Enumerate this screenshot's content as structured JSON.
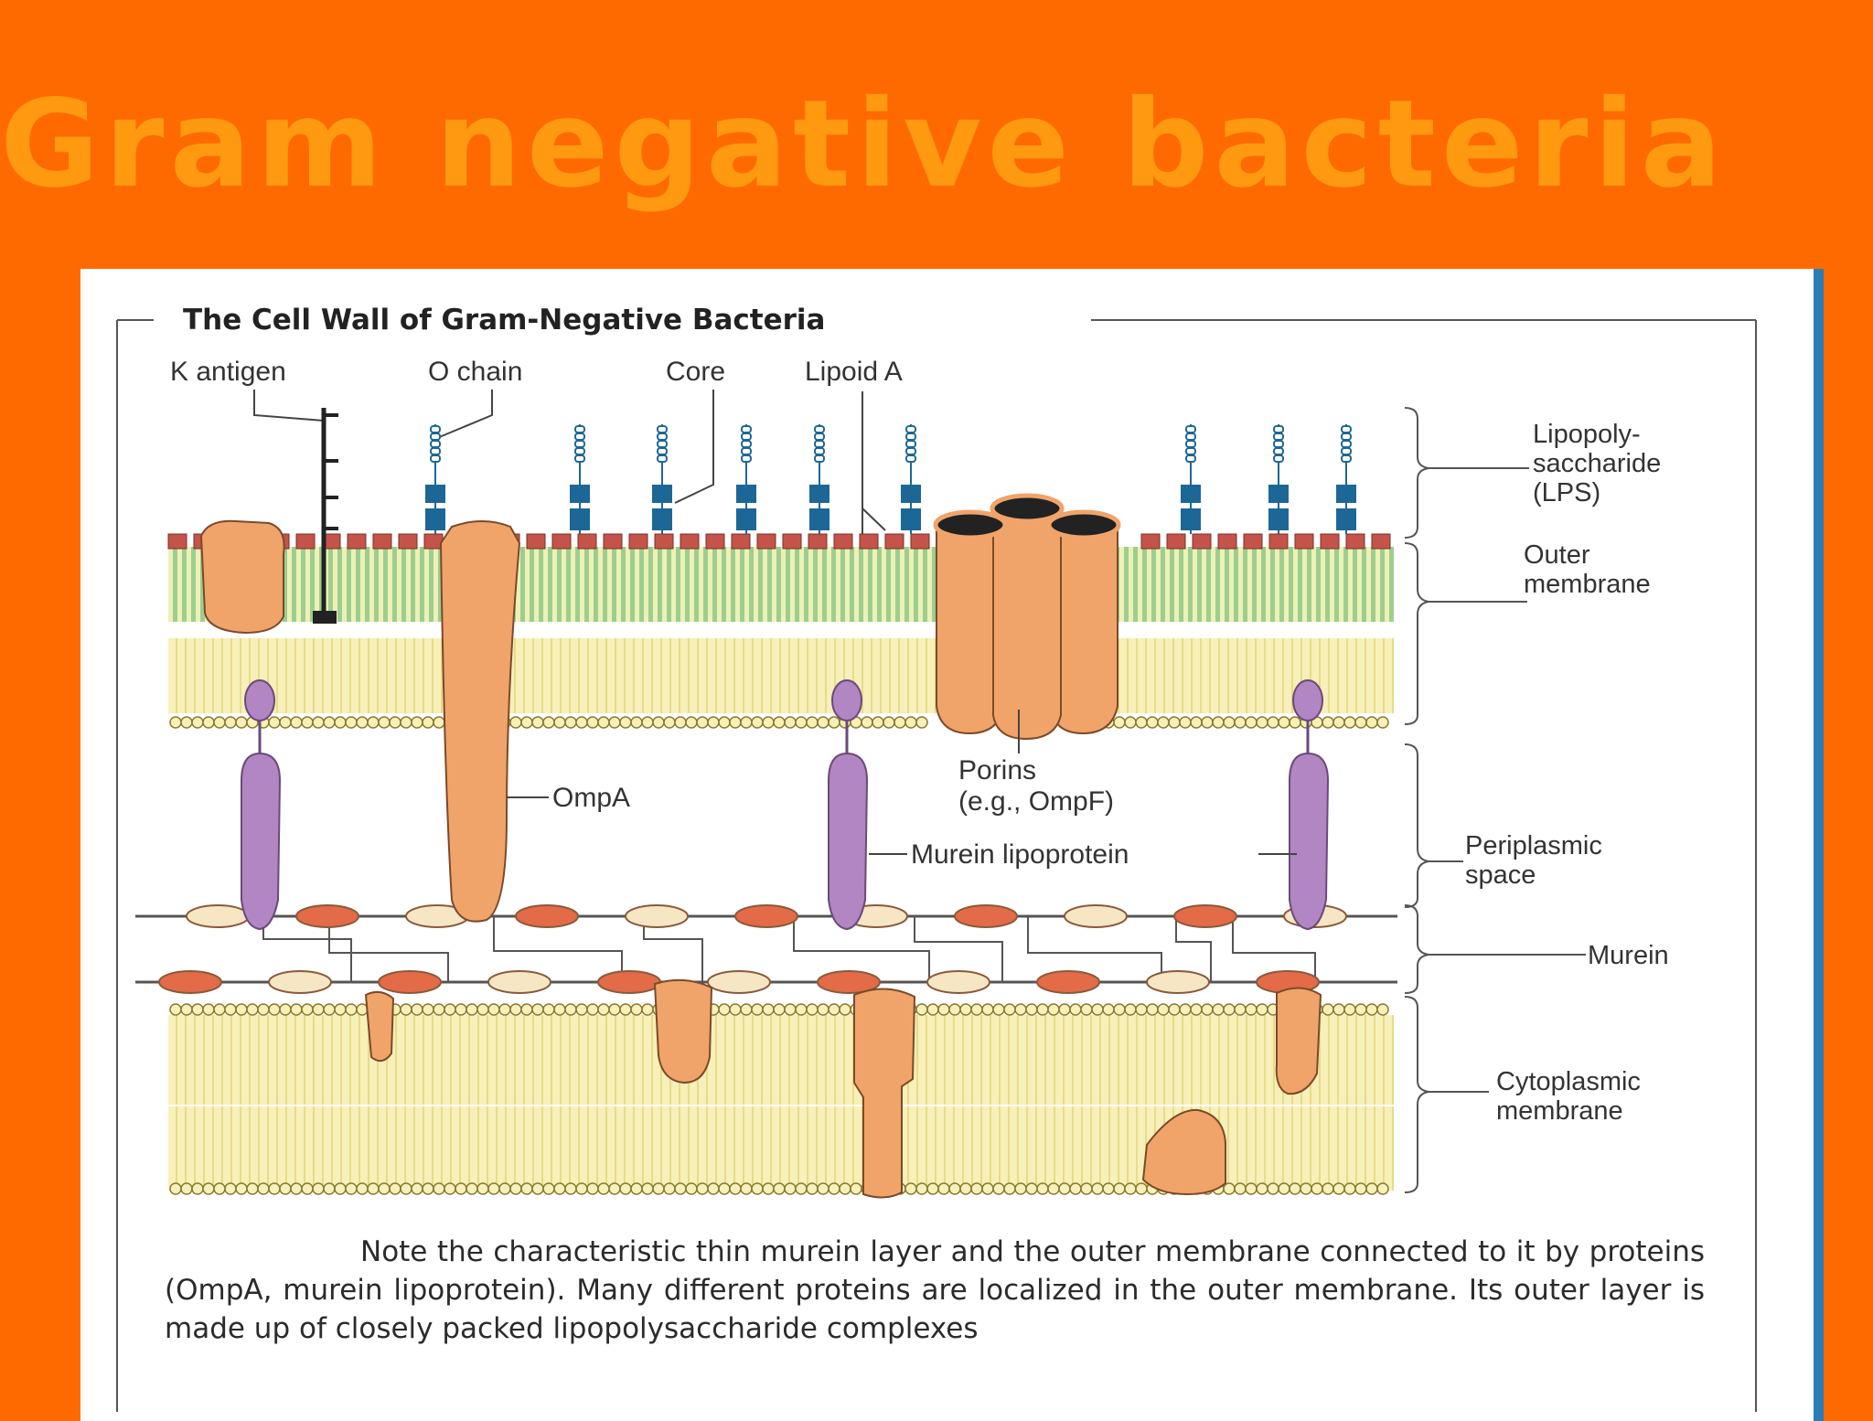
{
  "slide": {
    "title": "Gram negative bacteria"
  },
  "figure": {
    "title": "The Cell Wall of Gram-Negative Bacteria",
    "labels": {
      "k_antigen": "K antigen",
      "o_chain": "O chain",
      "core": "Core",
      "lipoid_a": "Lipoid A",
      "lps_line1": "Lipopoly-",
      "lps_line2": "saccharide",
      "lps_line3": "(LPS)",
      "outer_line1": "Outer",
      "outer_line2": "membrane",
      "porins_line1": "Porins",
      "porins_line2": "(e.g., OmpF)",
      "ompa": "OmpA",
      "murein_lipoprotein": "Murein lipoprotein",
      "periplasmic_line1": "Periplasmic",
      "periplasmic_line2": "space",
      "murein": "Murein",
      "cytoplasmic_line1": "Cytoplasmic",
      "cytoplasmic_line2": "membrane"
    },
    "caption": "Note the characteristic thin murein layer and the outer membrane connected to it by proteins (OmpA, murein lipoprotein). Many different proteins are localized in the outer membrane. Its outer layer is made up of closely packed lipopolysaccharide complexes",
    "colors": {
      "background": "#FF6A00",
      "title": "#FF9A10",
      "protein": "#F0A46A",
      "lipoprotein": "#B186C2",
      "lps_core": "#1D6797",
      "lipid": "#F5EDAE",
      "outer_leaflet": "#9CCF8E",
      "murein_light": "#F6E6C4",
      "murein_dark": "#E36B47"
    }
  }
}
